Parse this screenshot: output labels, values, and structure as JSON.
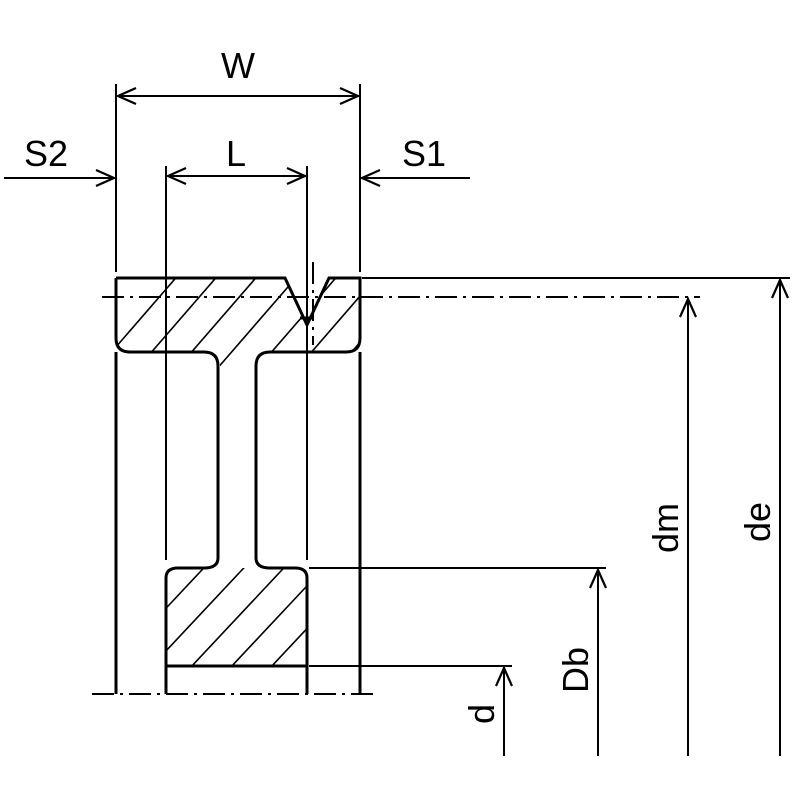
{
  "labels": {
    "w": "W",
    "l": "L",
    "s1": "S1",
    "s2": "S2",
    "dm": "dm",
    "de": "de",
    "db": "Db",
    "d": "d"
  }
}
